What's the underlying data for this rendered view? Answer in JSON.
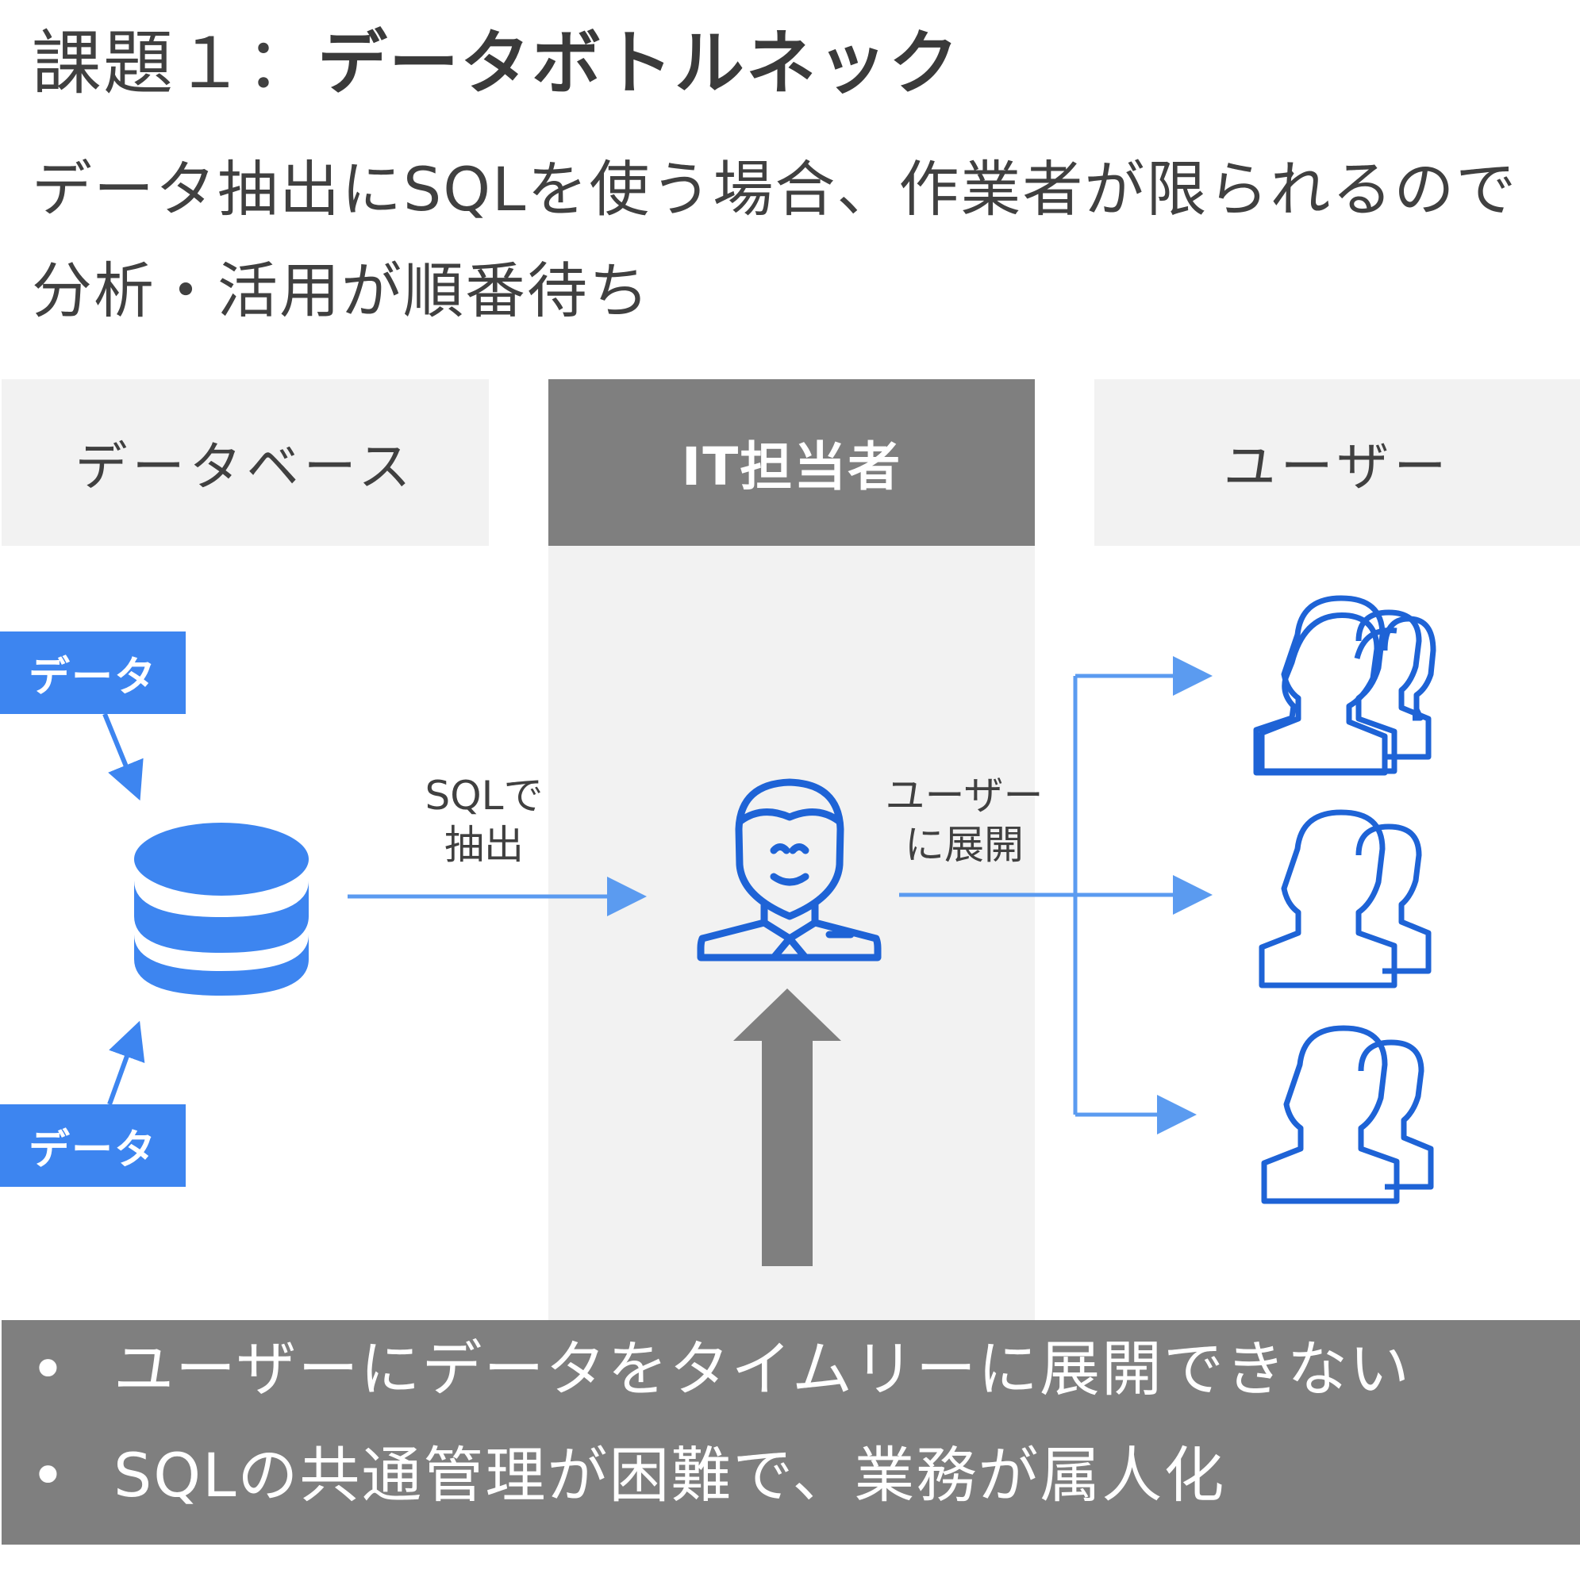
{
  "title": {
    "prefix": "課題１：",
    "main": "データボトルネック"
  },
  "subtitle": "データ抽出にSQLを使う場合、作業者が限られるので分析・活用が順番待ち",
  "columns": {
    "database": "データベース",
    "it_staff": "IT担当者",
    "users": "ユーザー"
  },
  "data_tags": [
    "データ",
    "データ"
  ],
  "labels": {
    "sql_extract_line1": "SQLで",
    "sql_extract_line2": "抽出",
    "deploy_line1": "ユーザー",
    "deploy_line2": "に展開"
  },
  "summary": {
    "bullet": "•",
    "items": [
      "ユーザーにデータをタイムリーに展開できない",
      "SQLの共通管理が困難で、業務が属人化"
    ]
  },
  "colors": {
    "accent_blue": "#3d85f0",
    "arrow_blue": "#5b9bf0",
    "icon_blue": "#1e63d6",
    "gray_dark": "#7f7f7f",
    "gray_light": "#f2f2f2"
  },
  "icons": [
    "database-icon",
    "it-staff-icon",
    "user-group-icon",
    "user-group-icon",
    "user-group-icon",
    "up-arrow-icon"
  ]
}
